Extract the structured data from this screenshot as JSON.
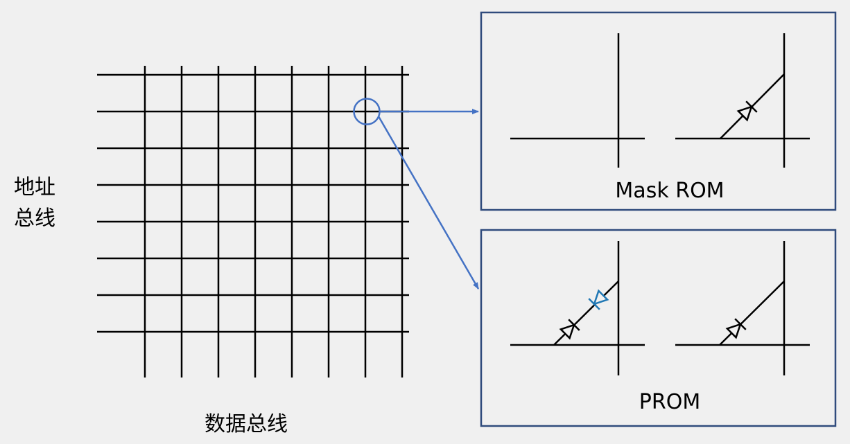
{
  "labels": {
    "address_bus_line1": "地址",
    "address_bus_line2": "总线",
    "data_bus": "数据总线",
    "mask_rom": "Mask ROM",
    "prom": "PROM"
  },
  "grid": {
    "address_lines": 8,
    "data_lines": 8
  },
  "colors": {
    "line": "#000000",
    "box_border": "#2f4b7c",
    "arrow": "#4472c4",
    "fuse_diode": "#1f77b4",
    "background": "#f0f0f0"
  }
}
